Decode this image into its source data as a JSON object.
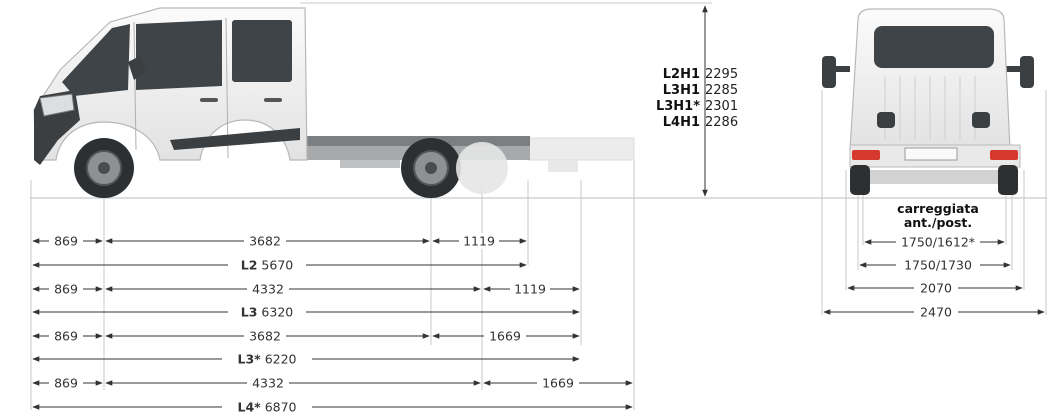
{
  "height_labels": [
    {
      "code": "L2H1",
      "value": "2295"
    },
    {
      "code": "L3H1",
      "value": "2285"
    },
    {
      "code": "L3H1*",
      "value": "2301"
    },
    {
      "code": "L4H1",
      "value": "2286"
    }
  ],
  "side_rows": [
    {
      "front": "869",
      "wheelbase": "3682",
      "rear": "1119",
      "total_code": "L2",
      "total_value": "5670"
    },
    {
      "front": "869",
      "wheelbase": "4332",
      "rear": "1119",
      "total_code": "L3",
      "total_value": "6320"
    },
    {
      "front": "869",
      "wheelbase": "3682",
      "rear": "1669",
      "total_code": "L3*",
      "total_value": "6220"
    },
    {
      "front": "869",
      "wheelbase": "4332",
      "rear": "1669",
      "total_code": "L4*",
      "total_value": "6870"
    }
  ],
  "rear_view": {
    "track_title_1": "carreggiata",
    "track_title_2": "ant./post.",
    "track_1": "1750/1612*",
    "track_2": "1750/1730",
    "width_body": "2070",
    "width_mirrors": "2470"
  },
  "colors": {
    "body": "#f4f4f4",
    "outline": "#b8b8b8",
    "cab_dark": "#3b3f42",
    "chassis": "#8a8d90",
    "rear_light": "#d6392e",
    "dim_line": "#333333"
  }
}
